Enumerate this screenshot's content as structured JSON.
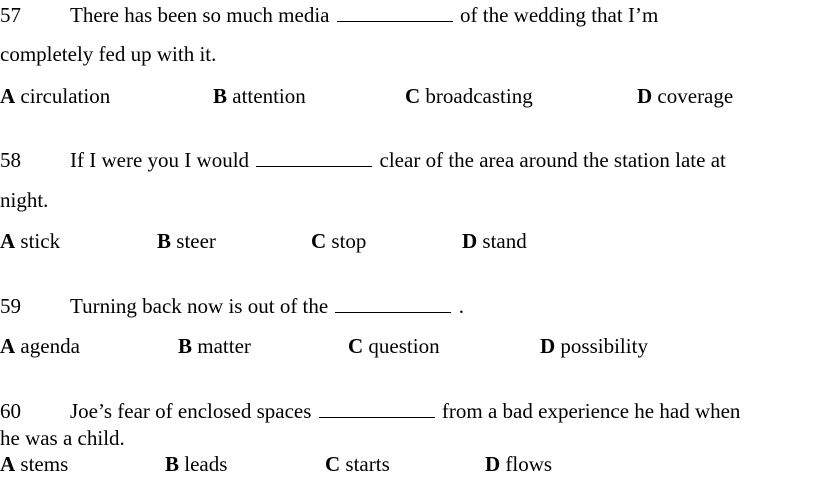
{
  "questions": [
    {
      "number": "57",
      "stem_before": "There has been so much media",
      "stem_after": "of the wedding that I’m",
      "continuation": "completely fed up with it.",
      "options": [
        {
          "letter": "A",
          "text": "circulation"
        },
        {
          "letter": "B",
          "text": "attention"
        },
        {
          "letter": "C",
          "text": "broadcasting"
        },
        {
          "letter": "D",
          "text": "coverage"
        }
      ]
    },
    {
      "number": "58",
      "stem_before": "If I were you I would",
      "stem_after": "clear of the area around the station late at",
      "continuation": "night.",
      "options": [
        {
          "letter": "A",
          "text": "stick"
        },
        {
          "letter": "B",
          "text": "steer"
        },
        {
          "letter": "C",
          "text": "stop"
        },
        {
          "letter": "D",
          "text": "stand"
        }
      ]
    },
    {
      "number": "59",
      "stem_before": "Turning back now is out of the",
      "stem_after": ".",
      "continuation": "",
      "options": [
        {
          "letter": "A",
          "text": "agenda"
        },
        {
          "letter": "B",
          "text": "matter"
        },
        {
          "letter": "C",
          "text": "question"
        },
        {
          "letter": "D",
          "text": "possibility"
        }
      ]
    },
    {
      "number": "60",
      "stem_before": "Joe’s fear of enclosed spaces",
      "stem_after": "from a bad experience he had when",
      "continuation": "he was a child.",
      "options": [
        {
          "letter": "A",
          "text": "stems"
        },
        {
          "letter": "B",
          "text": "leads"
        },
        {
          "letter": "C",
          "text": "starts"
        },
        {
          "letter": "D",
          "text": "flows"
        }
      ]
    }
  ]
}
